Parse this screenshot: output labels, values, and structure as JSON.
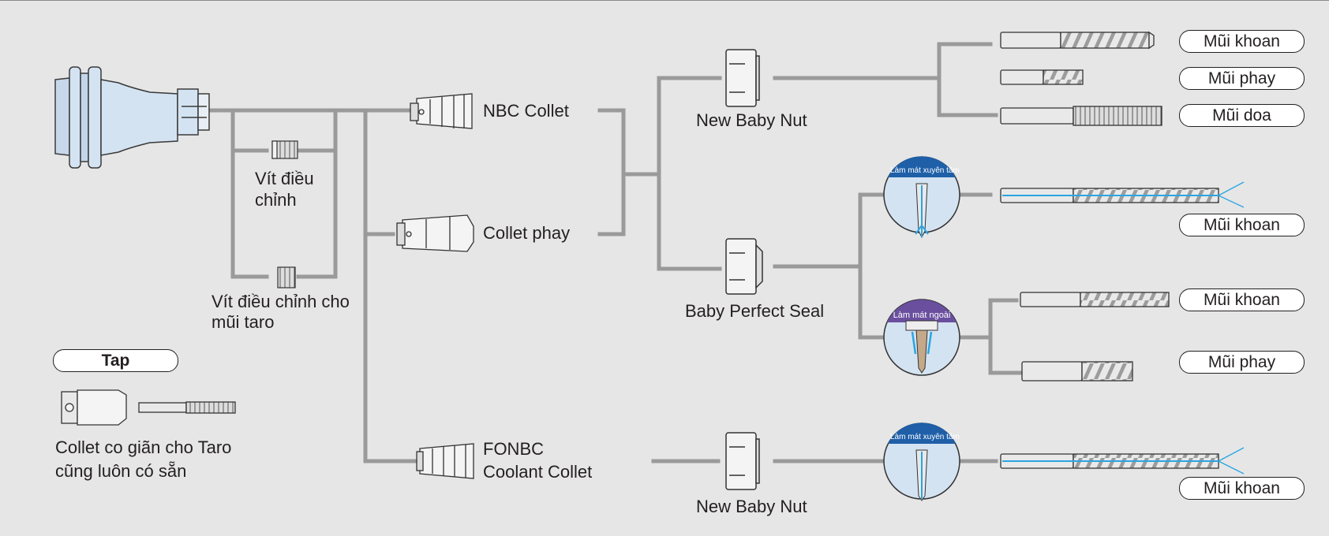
{
  "labels": {
    "nbc_collet": "NBC Collet",
    "collet_phay": "Collet phay",
    "fonbc_line1": "FONBC",
    "fonbc_line2": "Coolant Collet",
    "new_baby_nut_top": "New Baby Nut",
    "new_baby_nut_bottom": "New Baby Nut",
    "baby_perfect_seal": "Baby Perfect Seal",
    "vit_dieu_chinh_line1": "Vít điều",
    "vit_dieu_chinh_line2": "chỉnh",
    "vit_taro_line1": "Vít điều chỉnh cho",
    "vit_taro_line2": "mũi taro",
    "tap_note_line1": "Collet co giãn cho Taro",
    "tap_note_line2": "cũng luôn có sẵn"
  },
  "pills": {
    "tap": "Tap",
    "mui_khoan_1": "Mũi khoan",
    "mui_phay_1": "Mũi phay",
    "mui_doa": "Mũi doa",
    "mui_khoan_2": "Mũi khoan",
    "mui_khoan_3": "Mũi khoan",
    "mui_phay_2": "Mũi phay",
    "mui_khoan_4": "Mũi khoan"
  },
  "badges": {
    "coolant_through_1": "Làm mát xuyên tâm",
    "coolant_external": "Làm mát ngoài",
    "coolant_through_2": "Làm mát xuyên tâm"
  },
  "colors": {
    "background": "#e6e6e7",
    "connector": "#9a9a9a",
    "holder_fill": "#d4e3f2",
    "badge_blue": "#1e5fa8",
    "badge_purple": "#6a4f9e",
    "coolant": "#2aa6df"
  }
}
